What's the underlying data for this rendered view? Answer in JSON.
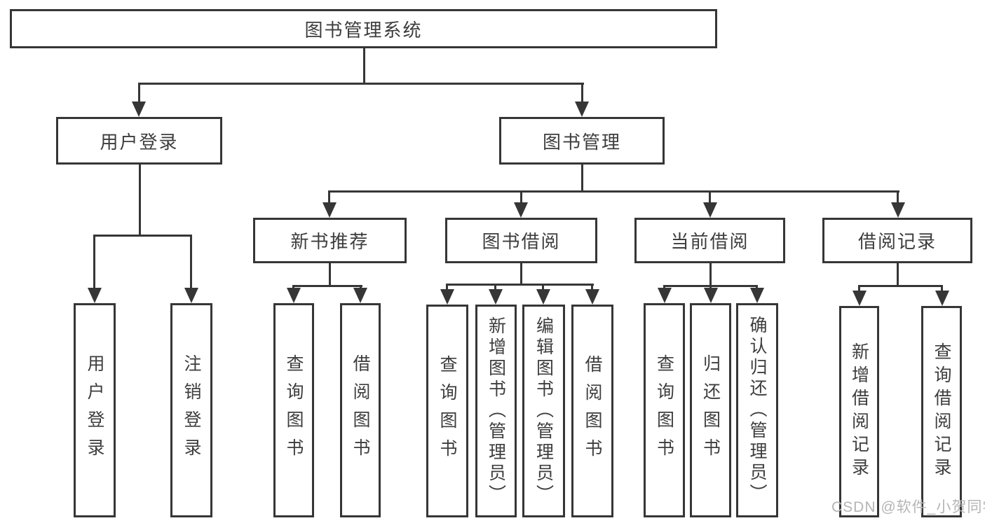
{
  "diagram": {
    "title": "图书管理系统",
    "watermark": "CSDN @软件_小贺同学",
    "colors": {
      "line": "#363636",
      "box_border": "#363636",
      "text": "#3d3d3d",
      "watermark": "#b5b5b5",
      "background": "#ffffff"
    },
    "tree": {
      "label": "图书管理系统",
      "children": [
        {
          "label": "用户登录",
          "children": [
            {
              "label": "用户登录"
            },
            {
              "label": "注销登录"
            }
          ]
        },
        {
          "label": "图书管理",
          "children": [
            {
              "label": "新书推荐",
              "children": [
                {
                  "label": "查询图书"
                },
                {
                  "label": "借阅图书"
                }
              ]
            },
            {
              "label": "图书借阅",
              "children": [
                {
                  "label": "查询图书"
                },
                {
                  "label": "新增图书（管理员）"
                },
                {
                  "label": "编辑图书（管理员）"
                },
                {
                  "label": "借阅图书"
                }
              ]
            },
            {
              "label": "当前借阅",
              "children": [
                {
                  "label": "查询图书"
                },
                {
                  "label": "归还图书"
                },
                {
                  "label": "确认归还（管理员）"
                }
              ]
            },
            {
              "label": "借阅记录",
              "children": [
                {
                  "label": "新增借阅记录"
                },
                {
                  "label": "查询借阅记录"
                }
              ]
            }
          ]
        }
      ]
    }
  }
}
